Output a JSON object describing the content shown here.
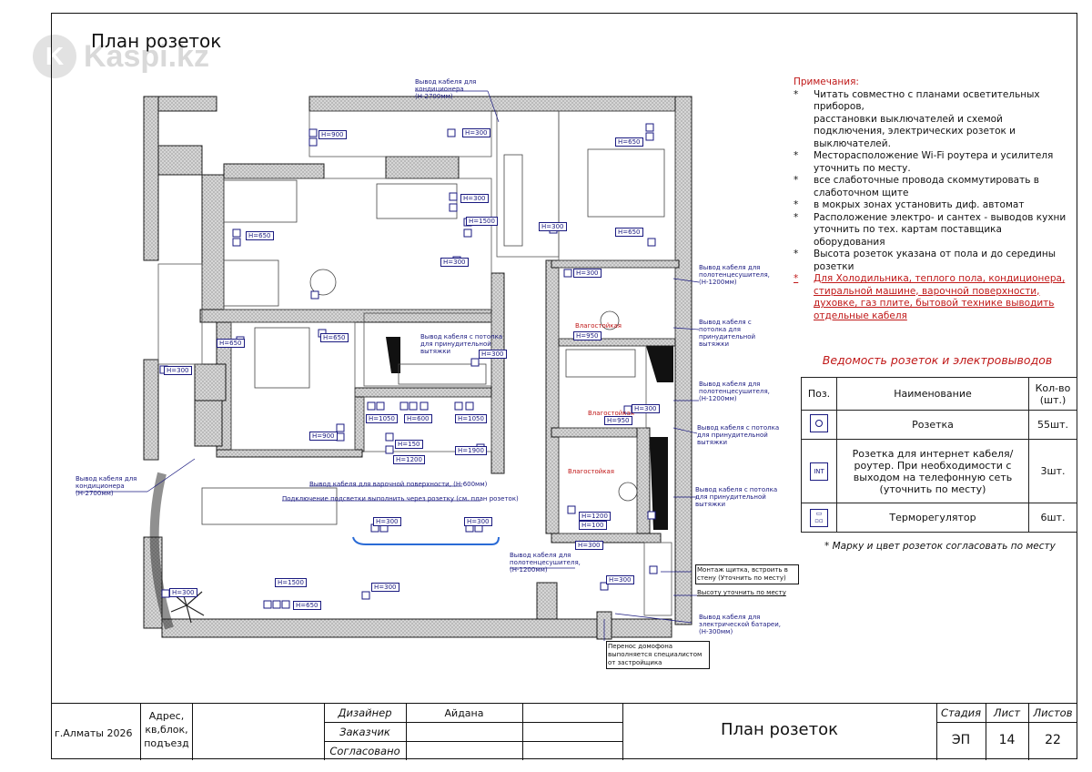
{
  "header": {
    "title": "План розеток",
    "watermark": "Kaspi.kz"
  },
  "notes": {
    "title": "Примечания:",
    "items": [
      {
        "text": "Читать совместно с планами осветительных приборов,",
        "red": false
      },
      {
        "text": "расстановки выключателей и схемой подключения, электрических розеток и выключателей.",
        "red": false,
        "cont": true
      },
      {
        "text": "Месторасположение Wi-Fi роутера и усилителя уточнить по месту.",
        "red": false
      },
      {
        "text": "все слаботочные провода скоммутировать в слаботочном щите",
        "red": false
      },
      {
        "text": "в мокрых зонах установить диф. автомат",
        "red": false
      },
      {
        "text": "Расположение электро- и сантех - выводов кухни уточнить по тех. картам поставщика оборудования",
        "red": false
      },
      {
        "text": "Высота розеток указана от пола и до середины розетки",
        "red": false
      },
      {
        "text": "Для Холодильника, теплого пола, кондиционера, стиральной машине, варочной поверхности, духовке, газ плите, бытовой технике выводить отдельные кабеля",
        "red": true
      }
    ]
  },
  "schedule": {
    "title": "Ведомость розеток и электровыводов",
    "headers": {
      "pos": "Поз.",
      "name": "Наименование",
      "qty": "Кол-во (шт.)"
    },
    "rows": [
      {
        "icon": "socket-icon",
        "icon_text": "",
        "name": "Розетка",
        "qty": "55шт."
      },
      {
        "icon": "internet-socket-icon",
        "icon_text": "INT",
        "name": "Розетка для интернет кабеля/роутер. При необходимости с выходом на телефонную сеть (уточнить по месту)",
        "qty": "3шт."
      },
      {
        "icon": "thermostat-icon",
        "icon_text": "",
        "name": "Терморегулятор",
        "qty": "6шт."
      }
    ],
    "footnote": "* Марку и цвет розеток согласовать по месту"
  },
  "title_block": {
    "city_year": "г.Алматы 2026",
    "address_label": "Адрес, кв,блок, подъезд",
    "designer_label": "Дизайнер",
    "designer_name": "Айдана",
    "customer_label": "Заказчик",
    "approved_label": "Согласовано",
    "sheet_name": "План розеток",
    "stage_label": "Стадия",
    "sheet_label": "Лист",
    "sheets_label": "Листов",
    "stage": "ЭП",
    "sheet_no": "14",
    "sheets_total": "22"
  },
  "plan_labels": {
    "ac_top": "Вывод кабеля для кондиционера (Н-2700мм)",
    "ac_left": "Вывод кабеля для кондиционера (Н-2700мм)",
    "towel1": "Вывод кабеля для полотенцесушителя, (Н-1200мм)",
    "towel2": "Вывод кабеля для полотенцесушителя, (Н-1200мм)",
    "towel3": "Вывод кабеля для полотенцесушителя, (Н-1200мм)",
    "extract1": "Вывод кабеля с потолка для принудительной вытяжки",
    "extract2": "Вывод кабеля с потолка для принудительной вытяжки",
    "extract3": "Вывод кабеля с потолка для принудительной вытяжки",
    "extract_kitchen": "Вывод кабеля с потолка для принудительной вытяжки",
    "hob": "Вывод кабеля для варочной поверхности, (Н-600мм)",
    "backlight": "Подключение подсветки выполнить через розетку (см. план розеток)",
    "panel": "Монтаж щитка, встроить в стену (Уточнить по месту)",
    "height": "Высоту уточнить по месту",
    "battery": "Вывод кабеля для электрической батареи, (Н-300мм)",
    "intercom": "Перенос домофона выполняется специалистом от застройщика",
    "h_labels": [
      "H=900",
      "H=300",
      "H=650",
      "H=650",
      "H=650",
      "H=300",
      "H=1500",
      "H=300",
      "H=300",
      "H=300",
      "H=650",
      "H=650",
      "H=300",
      "H=300",
      "H=1050",
      "H=600",
      "H=300",
      "H=1050",
      "H=150",
      "H=1200",
      "H=1900",
      "H=900",
      "H=300",
      "H=300",
      "H=300",
      "H=1500",
      "H=650",
      "H=300",
      "H=300",
      "H=950",
      "H=300",
      "H=950",
      "H=1200",
      "H=100",
      "H=300",
      "H=300",
      "H=300"
    ]
  }
}
